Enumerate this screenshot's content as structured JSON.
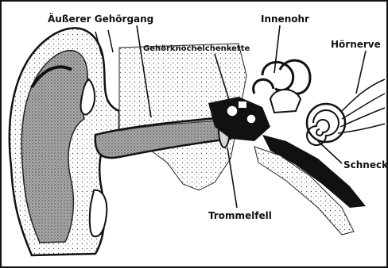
{
  "labels": {
    "ear_canal": "Äußerer Gehörgang",
    "inner_ear": "Innenohr",
    "ossicles": "Gehörknöchelchenkette",
    "auditory_nerve": "Hörnerve",
    "cochlea": "Schneck",
    "eardrum": "Trommelfell"
  },
  "colors": {
    "ink": "#111111",
    "paper": "#ffffff",
    "shade": "#9a9a9a",
    "light_shade": "#d6d6d6"
  }
}
